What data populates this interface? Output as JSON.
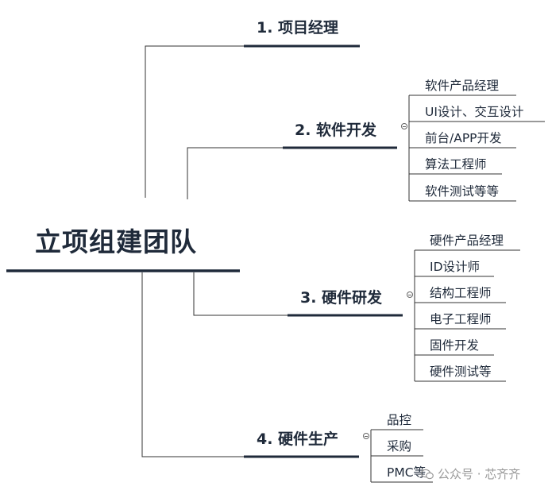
{
  "root": {
    "label": "立项组建团队"
  },
  "branches": [
    {
      "label": "1. 项目经理",
      "children": []
    },
    {
      "label": "2. 软件开发",
      "children": [
        "软件产品经理",
        "UI设计、交互设计",
        "前台/APP开发",
        "算法工程师",
        "软件测试等等"
      ]
    },
    {
      "label": "3. 硬件研发",
      "children": [
        "硬件产品经理",
        "ID设计师",
        "结构工程师",
        "电子工程师",
        "固件开发",
        "硬件测试等"
      ]
    },
    {
      "label": "4. 硬件生产",
      "children": [
        "品控",
        "采购",
        "PMC等"
      ]
    }
  ],
  "watermark": {
    "text": "公众号 · 芯齐齐"
  },
  "colors": {
    "line_dark": "#1f2a3a",
    "line_thin": "#333333",
    "text": "#1f2a3a"
  }
}
